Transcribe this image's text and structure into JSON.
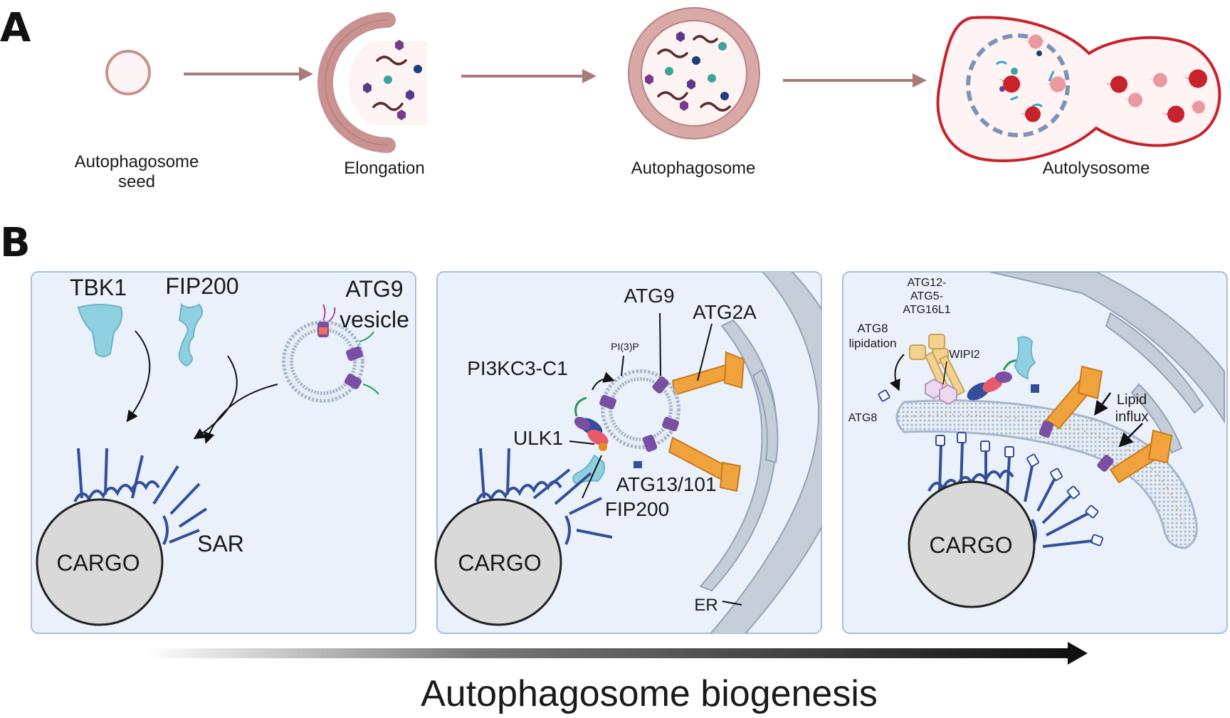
{
  "panel_a": {
    "letter": "A",
    "stages": [
      {
        "label_line1": "Autophagosome",
        "label_line2": "seed"
      },
      {
        "label_line1": "Elongation",
        "label_line2": ""
      },
      {
        "label_line1": "Autophagosome",
        "label_line2": ""
      },
      {
        "label_line1": "Autolysosome",
        "label_line2": ""
      }
    ]
  },
  "panel_b": {
    "letter": "B",
    "box1": {
      "tbk1": "TBK1",
      "fip200": "FIP200",
      "atg9_line1": "ATG9",
      "atg9_line2": "vesicle",
      "cargo": "CARGO",
      "sar": "SAR"
    },
    "box2": {
      "atg9": "ATG9",
      "atg2a": "ATG2A",
      "pi3p": "PI(3)P",
      "pi3kc3": "PI3KC3-C1",
      "ulk1": "ULK1",
      "atg13": "ATG13/101",
      "fip200": "FIP200",
      "cargo": "CARGO",
      "er": "ER"
    },
    "box3": {
      "atg12_line1": "ATG12-",
      "atg12_line2": "ATG5-",
      "atg12_line3": "ATG16L1",
      "atg8lip_line1": "ATG8",
      "atg8lip_line2": "lipidation",
      "wipi2": "WIPI2",
      "atg8": "ATG8",
      "lipid_line1": "Lipid",
      "lipid_line2": "influx",
      "cargo": "CARGO"
    }
  },
  "bottom": {
    "title": "Autophagosome biogenesis"
  },
  "colors": {
    "membrane": "#c9918f",
    "membrane_light": "#f7e6e6",
    "arrow": "#a87a78",
    "lysosome_red": "#c8222c",
    "panel_fill": "#eaf1fb",
    "panel_stroke": "#a9bfdb",
    "er_fill": "#c4cdd8",
    "er_stroke": "#93a3b8",
    "sar": "#344f9a",
    "atg2a": "#f0a23c",
    "cargo": "#d9d9d9"
  }
}
